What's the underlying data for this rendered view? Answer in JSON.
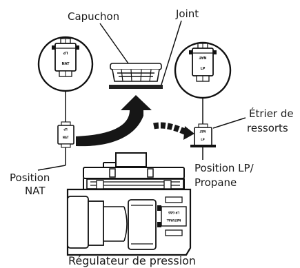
{
  "labels": {
    "cap": "Capuchon",
    "seal": "Joint",
    "spring_bracket": "Étrier de ressorts",
    "spring_bracket_line1": "Étrier de",
    "spring_bracket_line2": "ressorts",
    "position_nat": "Position NAT",
    "position_nat_line1": "Position",
    "position_nat_line2": "NAT",
    "position_lp": "Position LP/ Propane",
    "position_lp_line1": "Position LP/",
    "position_lp_line2": "Propane",
    "regulator": "Régulateur de pression"
  },
  "cap_markings": {
    "nat_detail_top": "LP",
    "nat_detail_main": "NAT",
    "lp_detail_top": "NAT",
    "lp_detail_main": "LP",
    "small_nat_top": "LP",
    "small_nat_main": "NAT",
    "small_lp_top": "NAT",
    "small_lp_main": "LP",
    "regulator_top": "LP GAS",
    "regulator_bottom": "NATURAL"
  }
}
